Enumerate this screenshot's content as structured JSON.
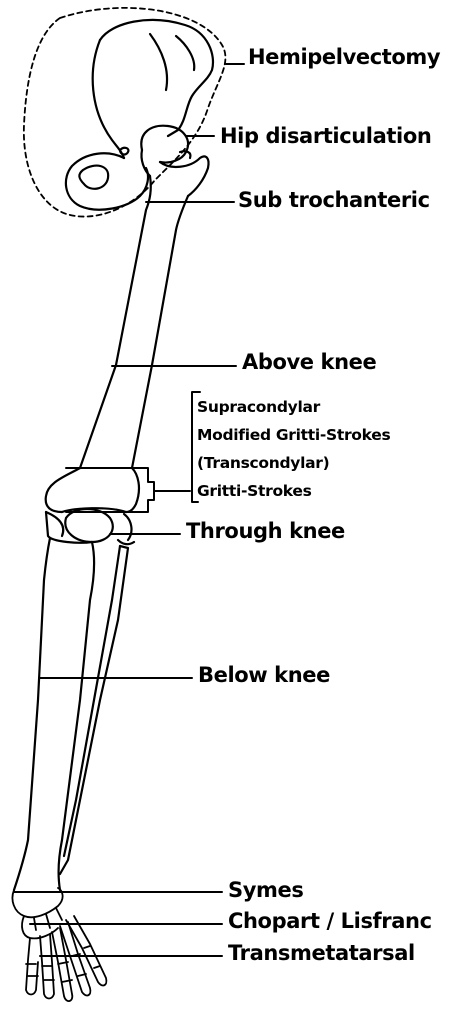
{
  "labels": {
    "hemipelvectomy": "Hemipelvectomy",
    "hip_disarticulation": "Hip disarticulation",
    "sub_trochanteric": "Sub trochanteric",
    "above_knee": "Above knee",
    "supracondylar": "Supracondylar",
    "modified_gritti_strokes": "Modified Gritti-Strokes",
    "transcondylar": "(Transcondylar)",
    "gritti_strokes": "Gritti-Strokes",
    "through_knee": "Through knee",
    "below_knee": "Below knee",
    "symes": "Symes",
    "chopart_lisfranc": "Chopart / Lisfranc",
    "transmetatarsal": "Transmetatarsal"
  },
  "colors": {
    "line": "#000000",
    "background": "#ffffff"
  }
}
